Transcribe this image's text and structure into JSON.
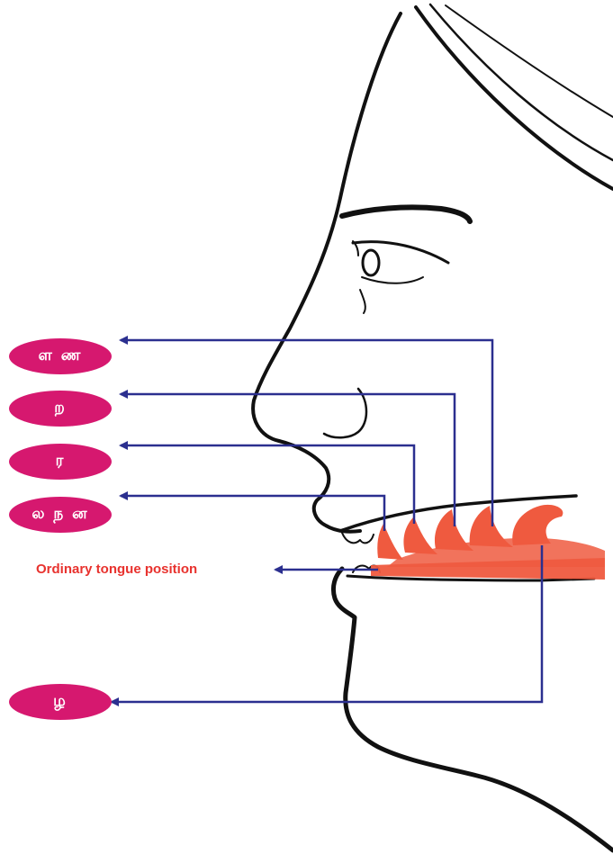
{
  "labels": [
    {
      "id": "label-retroflex-l-n",
      "text": "ள ண"
    },
    {
      "id": "label-alveolar-r",
      "text": "ற"
    },
    {
      "id": "label-r",
      "text": "ர"
    },
    {
      "id": "label-dental-l-n",
      "text": "ல ந ன"
    },
    {
      "id": "label-zha",
      "text": "ழ"
    }
  ],
  "note": {
    "text": "Ordinary tongue position"
  },
  "colors": {
    "pill": "#d6186f",
    "arrow": "#2b2f8f",
    "tongue": "#ef5a3f",
    "note_text": "#e8322e",
    "outline": "#111111"
  }
}
